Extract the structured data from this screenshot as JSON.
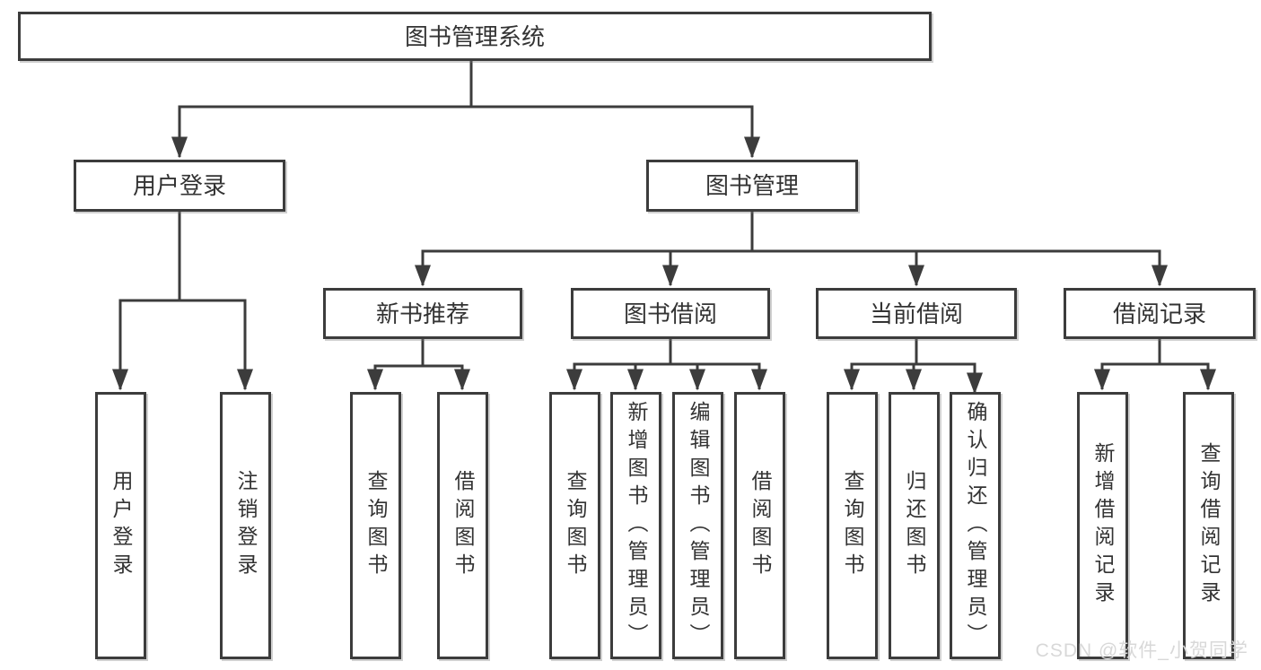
{
  "diagram": {
    "title": "图书管理系统",
    "branches": [
      {
        "label": "用户登录",
        "leaves": [
          "用户登录",
          "注销登录"
        ]
      },
      {
        "label": "图书管理",
        "groups": [
          {
            "label": "新书推荐",
            "leaves": [
              "查询图书",
              "借阅图书"
            ]
          },
          {
            "label": "图书借阅",
            "leaves": [
              "查询图书",
              "新增图书（管理员）",
              "编辑图书（管理员）",
              "借阅图书"
            ]
          },
          {
            "label": "当前借阅",
            "leaves": [
              "查询图书",
              "归还图书",
              "确认归还（管理员）"
            ]
          },
          {
            "label": "借阅记录",
            "leaves": [
              "新增借阅记录",
              "查询借阅记录"
            ]
          }
        ]
      }
    ]
  },
  "watermark": "CSDN @软件_小贺同学",
  "colors": {
    "line": "#3c3c3c",
    "border": "#3c3c3c",
    "text": "#333333",
    "watermark": "#d8d8d8",
    "background": "#ffffff"
  }
}
